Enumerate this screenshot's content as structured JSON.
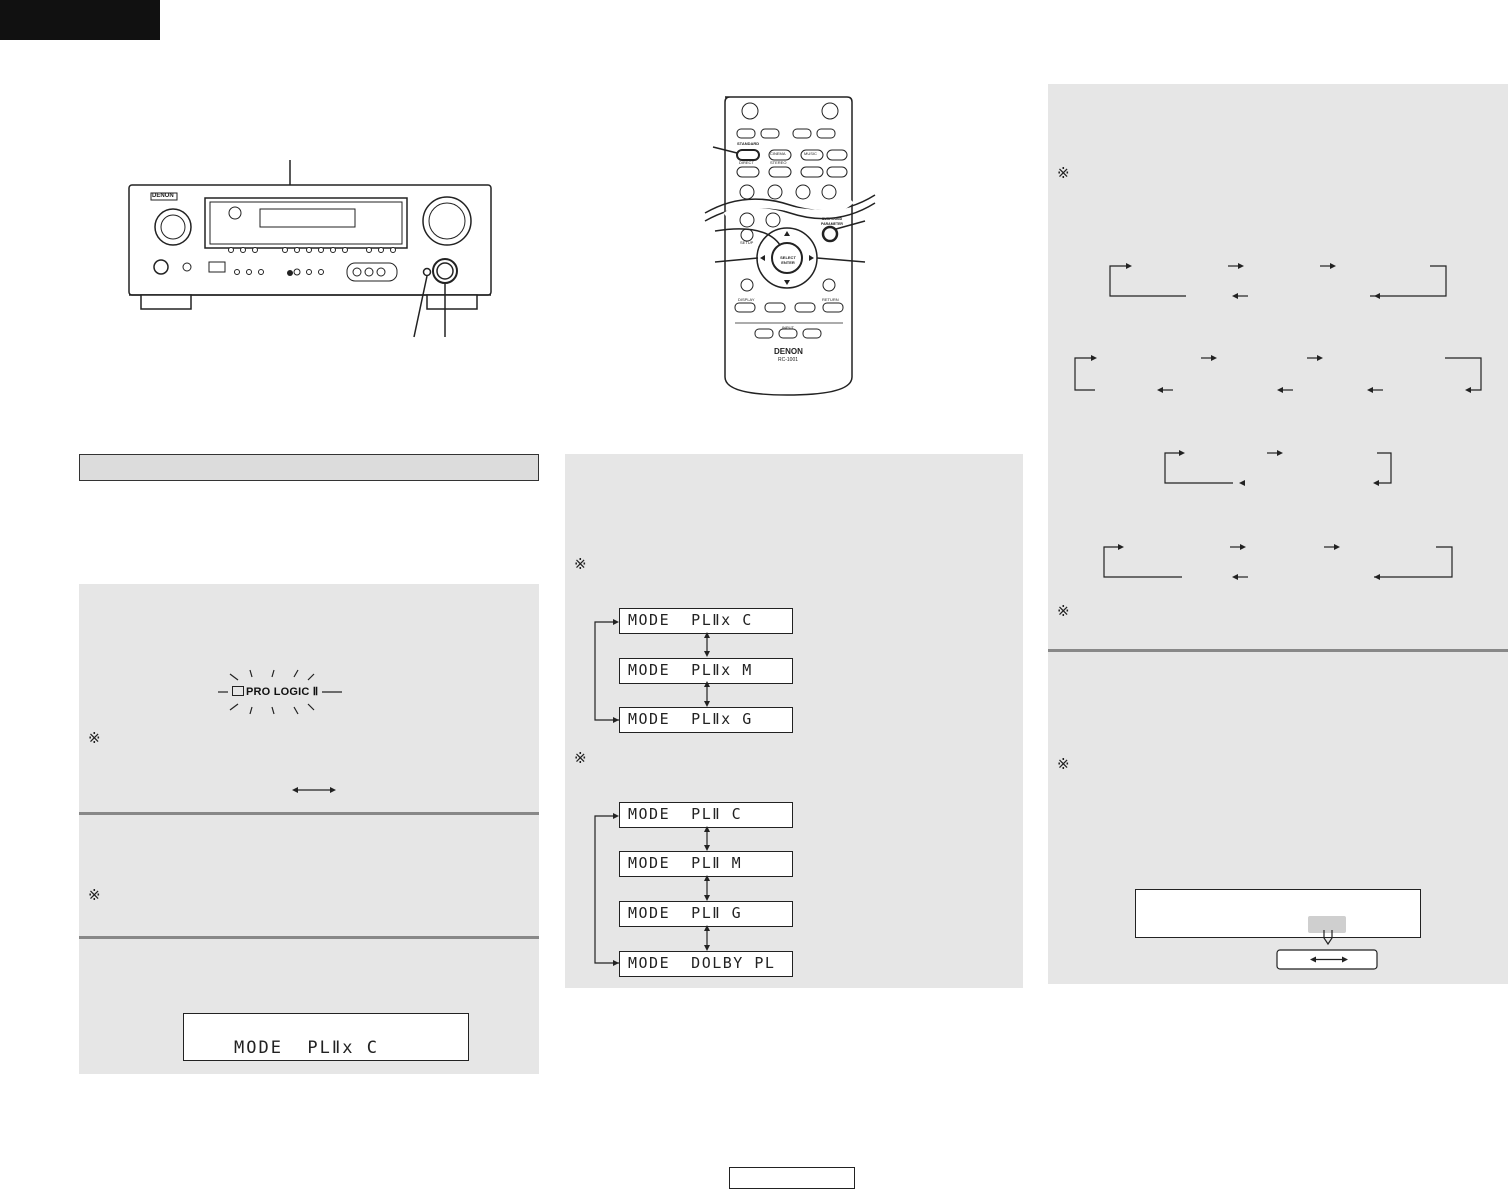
{
  "note_symbol": "※",
  "lcd_modes_plIIx": [
    "MODE  PLⅡx C",
    "MODE  PLⅡx M",
    "MODE  PLⅡx G"
  ],
  "lcd_modes_plII": [
    "MODE  PLⅡ C",
    "MODE  PLⅡ M",
    "MODE  PLⅡ G",
    "MODE  DOLBY PL"
  ],
  "display_mode_text": "MODE  PLⅡx C",
  "pro_logic_indicator": "PRO LOGIC Ⅱ",
  "receiver_brand": "DENON",
  "remote_brand": "DENON",
  "remote_model": "RC-1001",
  "remote_labels": {
    "standard": "STANDARD",
    "cinema": "CINEMA",
    "music": "MUSIC",
    "direct": "DIRECT",
    "stereo": "STEREO",
    "surround_parameter": "SURROUND PARAMETER",
    "select_enter": "SELECT ENTER",
    "setup": "SETUP",
    "display": "DISPLAY",
    "return": "RETURN",
    "input": "INPUT"
  },
  "colors": {
    "panel": "#e6e6e6",
    "separator": "#888888",
    "ink": "#222222"
  }
}
